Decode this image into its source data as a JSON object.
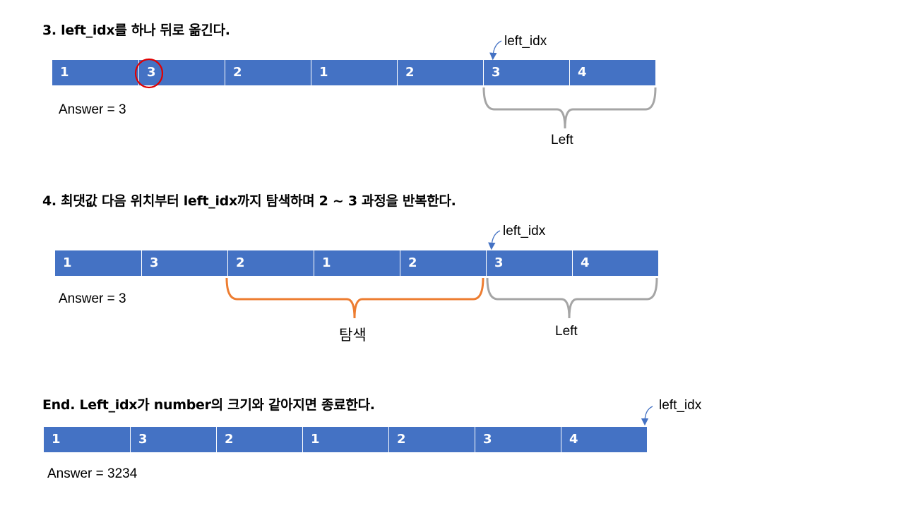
{
  "colors": {
    "cell": "#4472C4",
    "left_brace": "#A5A5A5",
    "search_brace": "#ED7D31",
    "circle": "#E00000",
    "pointer": "#4472C4"
  },
  "section3": {
    "heading": "3. left_idx를 하나 뒤로 옮긴다.",
    "cells": [
      "1",
      "3",
      "2",
      "1",
      "2",
      "3",
      "4"
    ],
    "pointer_label": "left_idx",
    "answer": "Answer  = 3",
    "left_label": "Left"
  },
  "section4": {
    "heading": "4. 최댓값 다음 위치부터 left_idx까지 탐색하며 2 ~ 3 과정을 반복한다.",
    "cells": [
      "1",
      "3",
      "2",
      "1",
      "2",
      "3",
      "4"
    ],
    "pointer_label": "left_idx",
    "answer": "Answer  = 3",
    "search_label": "탐색",
    "left_label": "Left"
  },
  "section_end": {
    "heading": "End. Left_idx가 number의 크기와 같아지면 종료한다.",
    "cells": [
      "1",
      "3",
      "2",
      "1",
      "2",
      "3",
      "4"
    ],
    "pointer_label": "left_idx",
    "answer": "Answer  = 3234"
  }
}
